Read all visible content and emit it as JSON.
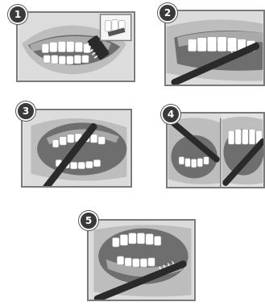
{
  "steps": [
    {
      "number": "1"
    },
    {
      "number": "2"
    },
    {
      "number": "3"
    },
    {
      "number": "4"
    },
    {
      "number": "5"
    }
  ],
  "colors": {
    "frame": "#7a7a7a",
    "badge": "#3a3a3a",
    "lips": "#bdbdbd",
    "gums": "#a9a9a9",
    "mouth_interior": "#6e6e6e",
    "teeth": "#ffffff",
    "brush_handle": "#2a2a2a"
  }
}
